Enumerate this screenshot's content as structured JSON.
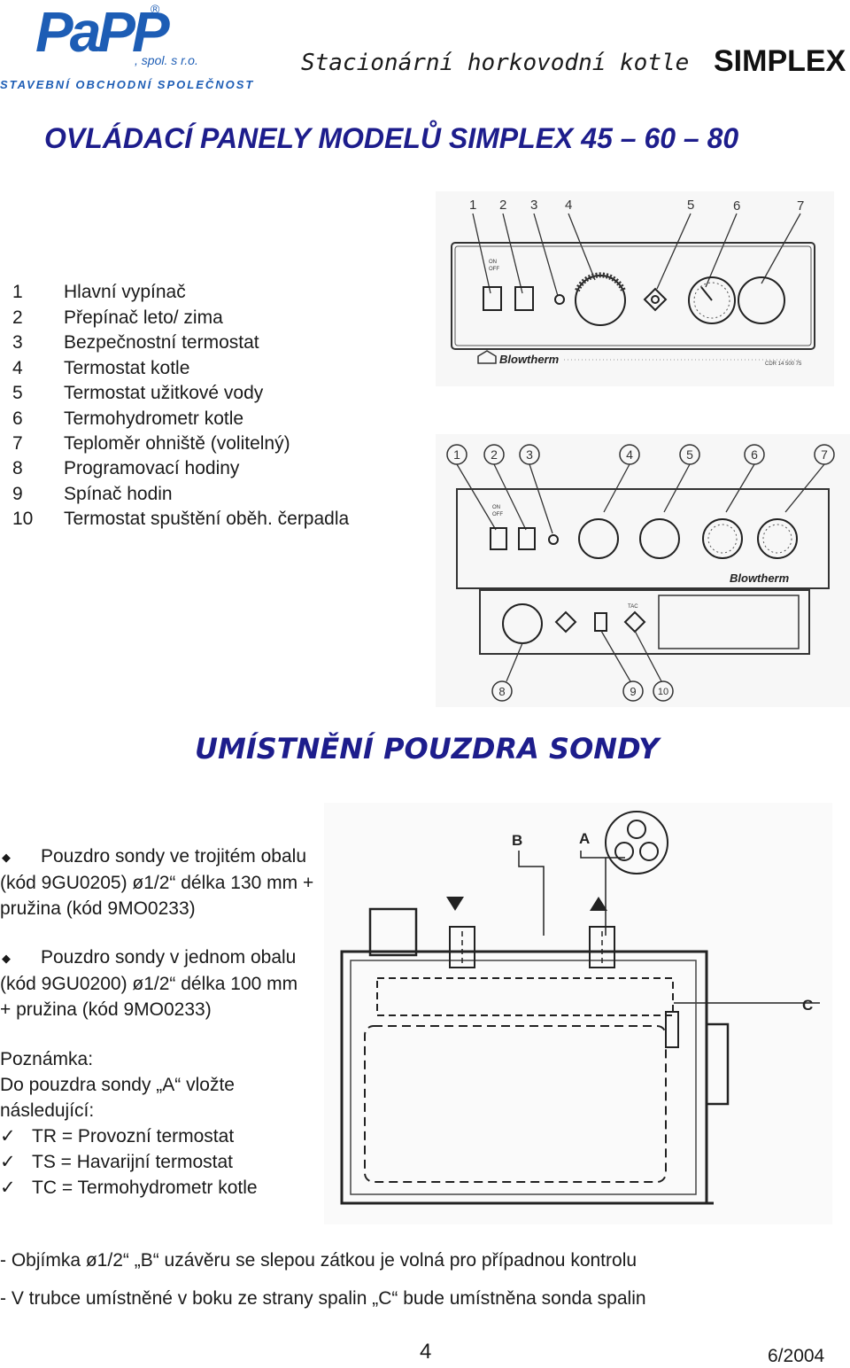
{
  "header": {
    "logo_main": "PaPP",
    "logo_spol": ", spol. s r.o.",
    "logo_sub": "STAVEBNÍ OBCHODNÍ SPOLEČNOST",
    "subtitle": "Stacionární horkovodní kotle",
    "brand": "SIMPLEX"
  },
  "title_panels": "OVLÁDACÍ PANELY MODELŮ SIMPLEX 45 – 60 – 80",
  "legend": [
    {
      "num": "1",
      "text": "Hlavní vypínač"
    },
    {
      "num": "2",
      "text": "Přepínač leto/ zima"
    },
    {
      "num": "3",
      "text": "Bezpečnostní termostat"
    },
    {
      "num": "4",
      "text": "Termostat kotle"
    },
    {
      "num": "5",
      "text": "Termostat užitkové vody"
    },
    {
      "num": "6",
      "text": "Termohydrometr kotle"
    },
    {
      "num": "7",
      "text": "Teploměr ohniště (volitelný)"
    },
    {
      "num": "8",
      "text": "Programovací hodiny"
    },
    {
      "num": "9",
      "text": "Spínač hodin"
    },
    {
      "num": "10",
      "text": "Termostat spuštění oběh. čerpadla"
    }
  ],
  "panel_top": {
    "labels": [
      "1",
      "2",
      "3",
      "4",
      "5",
      "6",
      "7"
    ],
    "on": "ON",
    "off": "OFF",
    "brand": "Blowtherm",
    "code": "CDR 14 500 75"
  },
  "panel_bottom": {
    "labels": [
      "1",
      "2",
      "3",
      "4",
      "5",
      "6",
      "7"
    ],
    "lower_labels": [
      "8",
      "9",
      "10"
    ],
    "on": "ON",
    "off": "OFF",
    "brand": "Blowtherm",
    "tac": "TAC"
  },
  "title_probe": "UMÍSTNĚNÍ POUZDRA SONDY",
  "probe_1": [
    "Pouzdro sondy ve trojitém obalu",
    "(kód 9GU0205) ø1/2“ délka 130 mm +",
    "pružina (kód 9MO0233)"
  ],
  "probe_2": [
    "Pouzdro sondy v jednom obalu",
    "(kód 9GU0200) ø1/2“ délka 100 mm",
    "+ pružina (kód 9MO0233)"
  ],
  "note": {
    "heading": "Poznámka:",
    "line1": "Do pouzdra sondy „A“ vložte",
    "line2": "následující:",
    "items": [
      "TR = Provozní termostat",
      "TS = Havarijní termostat",
      "TC = Termohydrometr kotle"
    ]
  },
  "boiler_labels": {
    "b": "B",
    "a": "A",
    "c": "C"
  },
  "bottom_lines": [
    "- Objímka ø1/2“ „B“ uzávěru se slepou zátkou je volná pro případnou kontrolu",
    "- V trubce umístněné v boku ze strany spalin „C“ bude umístněna sonda spalin"
  ],
  "footer": {
    "page": "4",
    "date": "6/2004"
  }
}
